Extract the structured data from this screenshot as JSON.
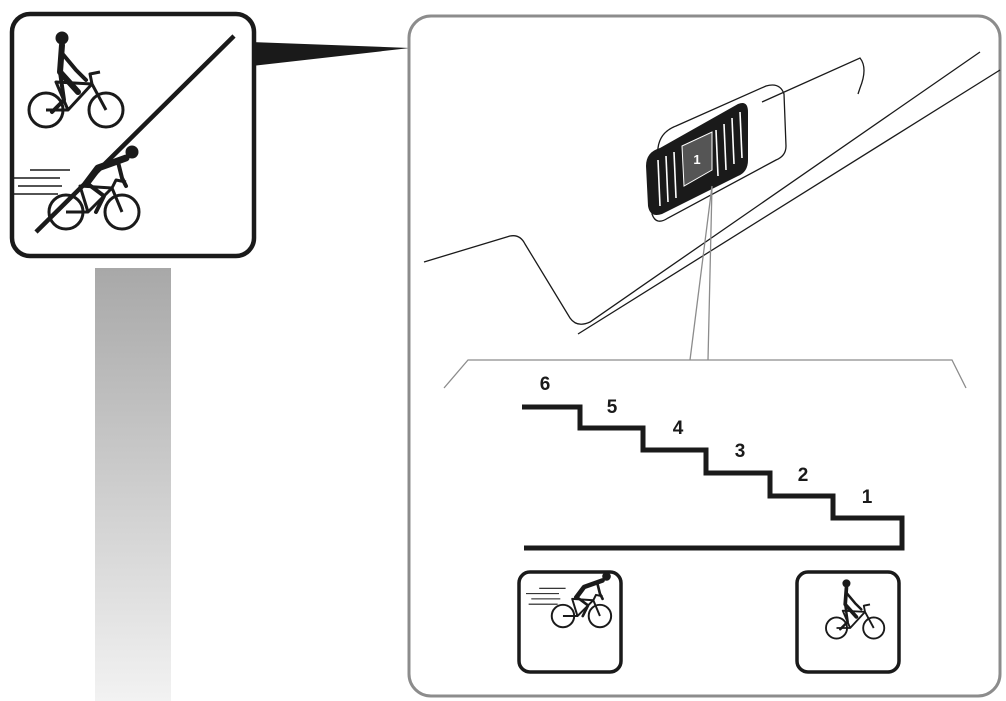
{
  "diagram": {
    "dial_label": "1",
    "gear_steps": [
      {
        "label": "6"
      },
      {
        "label": "5"
      },
      {
        "label": "4"
      },
      {
        "label": "3"
      },
      {
        "label": "2"
      },
      {
        "label": "1"
      }
    ],
    "icons": {
      "top_left_card": [
        "slow-cyclist-icon",
        "fast-cyclist-icon"
      ],
      "bottom_left": "fast-cyclist-icon",
      "bottom_right": "slow-cyclist-icon"
    },
    "colors": {
      "line": "#1a1a1a",
      "frame": "#8c8c8c",
      "gradient_top": "#a8a8a8",
      "gradient_bottom": "#f2f2f2"
    }
  }
}
